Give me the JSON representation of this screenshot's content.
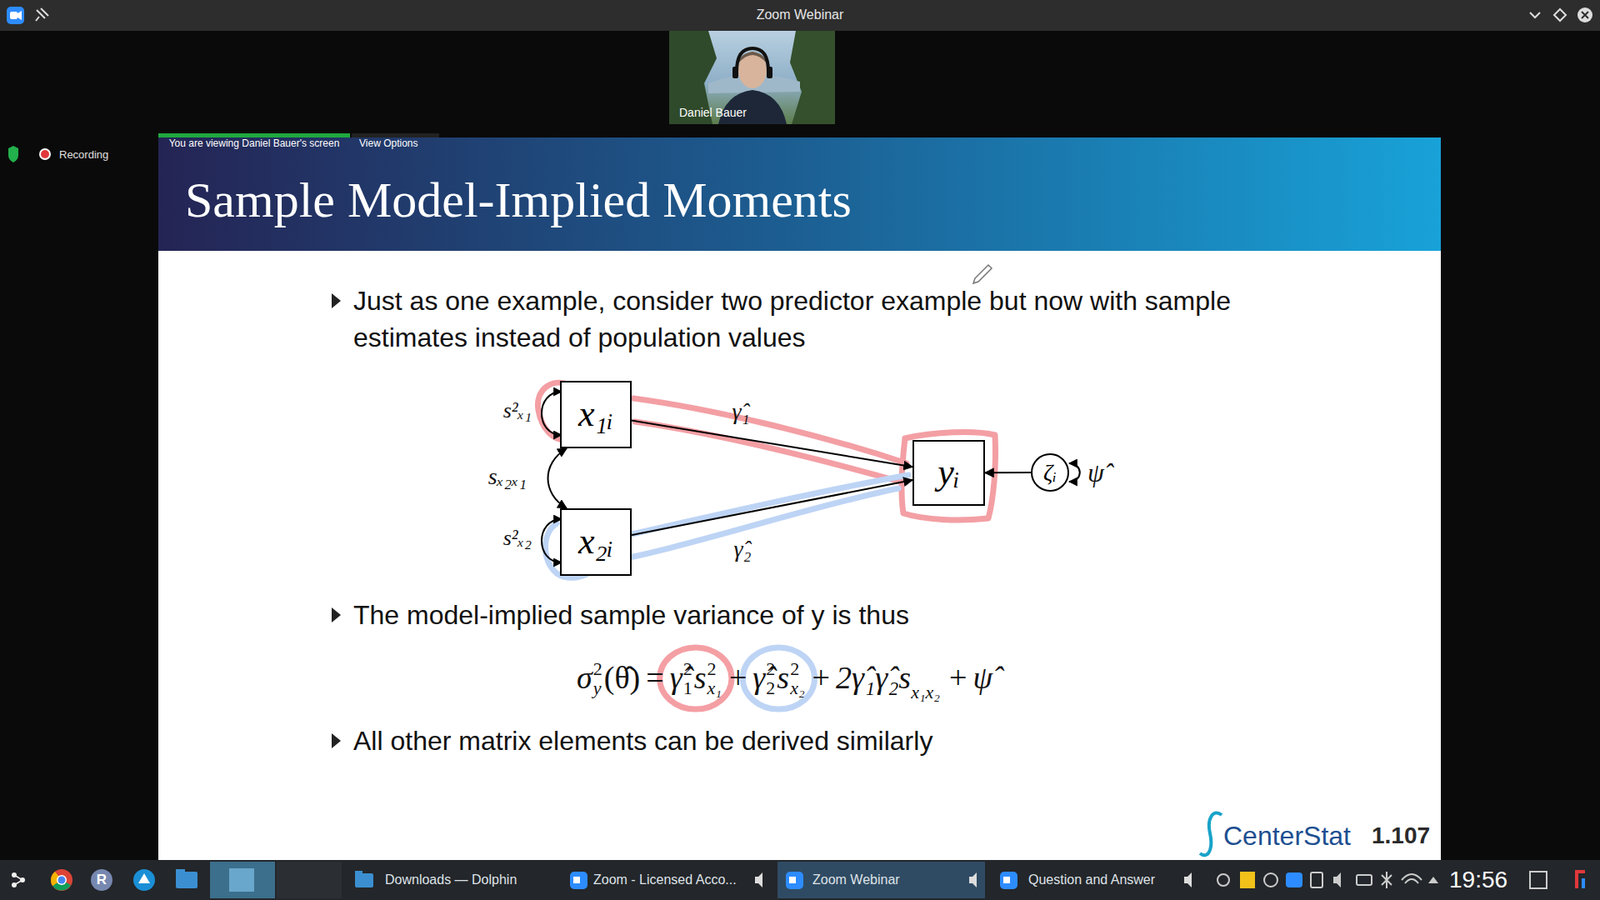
{
  "diagram": {
    "title": "Sample Model-Implied Moments",
    "nodes": [
      {
        "text": [
          "x₁ᵢ"
        ]
      },
      {
        "text": [
          "x₂ᵢ"
        ]
      },
      {
        "text": [
          "yᵢ"
        ]
      },
      {
        "text": [
          "ζᵢ"
        ]
      }
    ],
    "edges": [
      {
        "from": 0,
        "to": 2,
        "label": "γ̂₁",
        "arrow": "to"
      },
      {
        "from": 1,
        "to": 2,
        "label": "γ̂₂",
        "arrow": "to"
      },
      {
        "from": 0,
        "to": 1,
        "label": "sₓ₂ₓ₁",
        "arrow": "both"
      },
      {
        "from": 3,
        "to": 2,
        "arrow": "to"
      }
    ],
    "labels": [
      "Zoom Webinar",
      "Daniel Bauer",
      "You are viewing Daniel Bauer's screen",
      "View Options",
      "Recording",
      "Just as one example, consider two predictor example but now with sample estimates instead of population values",
      "s²ₓ₁",
      "s²ₓ₂",
      "ψ̂",
      "The model-implied sample variance of y is thus",
      "σ",
      "2",
      "y",
      "(θ̂)",
      "=",
      "γ̂",
      "2",
      "1",
      "s",
      "2",
      "x₁",
      "+",
      "γ̂",
      "2",
      "2",
      "s",
      "2",
      "x₂",
      "+",
      "2γ̂₁γ̂₂s",
      "x₁x₂",
      "+",
      "ψ̂",
      "All other matrix elements can be derived similarly",
      "CenterStat",
      "1.107",
      "R",
      "Downloads — Dolphin",
      "Zoom - Licensed Acco...",
      "Zoom Webinar",
      "Question and Answer",
      "19:56"
    ]
  }
}
